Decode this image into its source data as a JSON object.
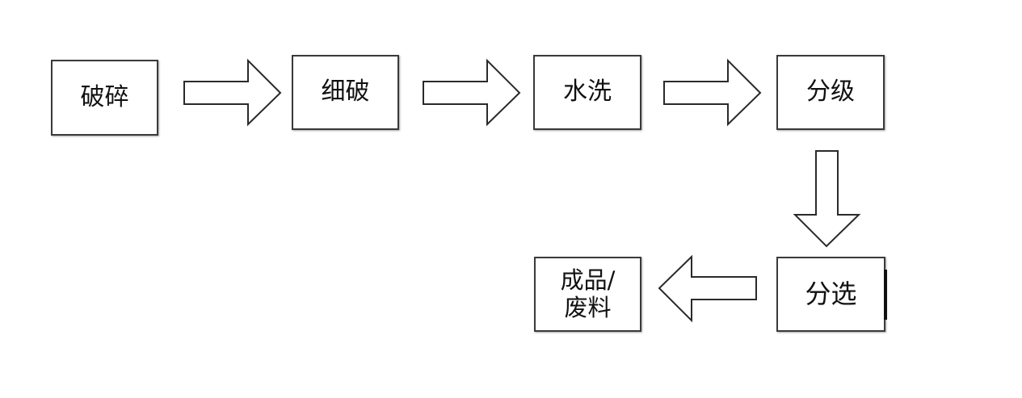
{
  "diagram": {
    "type": "process-flow",
    "steps": [
      {
        "id": "b1",
        "label": "破碎"
      },
      {
        "id": "b2",
        "label": "细破"
      },
      {
        "id": "b3",
        "label": "水洗"
      },
      {
        "id": "b4",
        "label": "分级"
      },
      {
        "id": "b5",
        "label": "分选"
      },
      {
        "id": "b6",
        "label": "成品/\n废料"
      }
    ],
    "edges": [
      {
        "from": "破碎",
        "to": "细破",
        "direction": "right"
      },
      {
        "from": "细破",
        "to": "水洗",
        "direction": "right"
      },
      {
        "from": "水洗",
        "to": "分级",
        "direction": "right"
      },
      {
        "from": "分级",
        "to": "分选",
        "direction": "down"
      },
      {
        "from": "分选",
        "to": "成品/废料",
        "direction": "left"
      }
    ],
    "colors": {
      "box_border": "#3a3a3a",
      "arrow_fill": "#ffffff",
      "arrow_stroke": "#2a2a2a",
      "text": "#111111"
    }
  }
}
